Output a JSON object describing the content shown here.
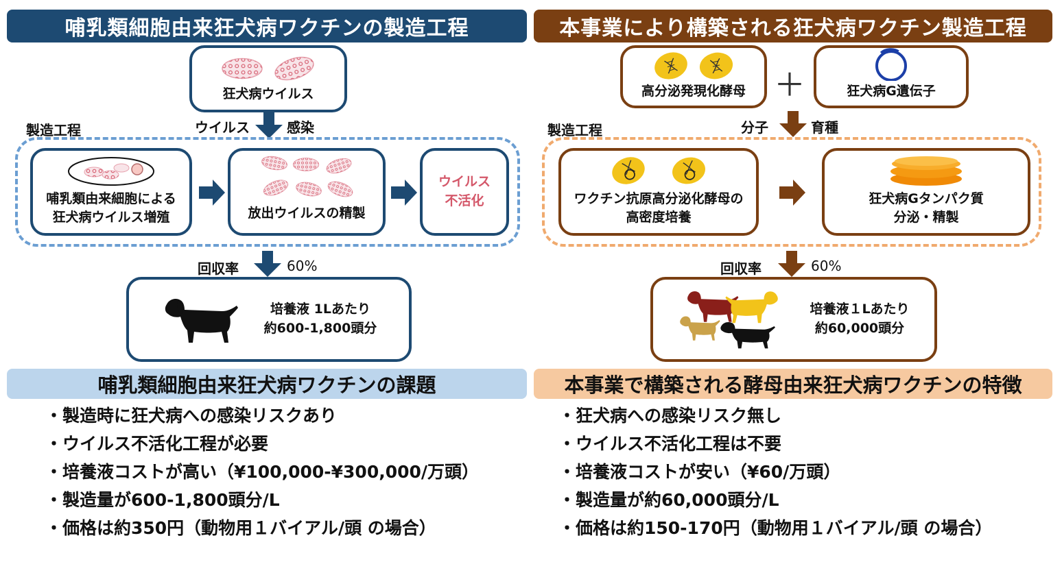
{
  "left": {
    "title": "哺乳類細胞由来狂犬病ワクチンの製造工程",
    "source_label": "狂犬病ウイルス",
    "arrow_left_text": "ウイルス",
    "arrow_right_text": "感染",
    "process_label": "製造工程",
    "step1": [
      "哺乳類由来細胞による",
      "狂犬病ウイルス増殖"
    ],
    "step2": "放出ウイルスの精製",
    "step3": [
      "ウイルス",
      "不活化"
    ],
    "yield_label": "回収率",
    "yield_value": "60%",
    "result": [
      "培養液 1Lあたり",
      "約600-1,800頭分"
    ],
    "issues_title": "哺乳類細胞由来狂犬病ワクチンの課題",
    "issues": [
      "・製造時に狂犬病への感染リスクあり",
      "・ウイルス不活化工程が必要",
      "・培養液コストが高い（¥100,000-¥300,000/万頭）",
      "・製造量が600-1,800頭分/L",
      "・価格は約350円（動物用１バイアル/頭 の場合）"
    ]
  },
  "right": {
    "title": "本事業により構築される狂犬病ワクチン製造工程",
    "source1_label": "高分泌発現化酵母",
    "plus": "＋",
    "source2_label": "狂犬病G遺伝子",
    "arrow_left_text": "分子",
    "arrow_right_text": "育種",
    "process_label": "製造工程",
    "step1": [
      "ワクチン抗原高分泌化酵母の",
      "高密度培養"
    ],
    "step2": [
      "狂犬病Gタンパク質",
      "分泌・精製"
    ],
    "yield_label": "回収率",
    "yield_value": "60%",
    "result": [
      "培養液１Lあたり",
      "約60,000頭分"
    ],
    "features_title": "本事業で構築される酵母由来狂犬病ワクチンの特徴",
    "features": [
      "・狂犬病への感染リスク無し",
      "・ウイルス不活化工程は不要",
      "・培養液コストが安い（¥60/万頭）",
      "・製造量が約60,000頭分/L",
      "・価格は約150-170円（動物用１バイアル/頭 の場合）"
    ]
  },
  "colors": {
    "navy": "#1d4a72",
    "brown": "#7a3f12",
    "light_blue": "#bcd5ec",
    "light_orange": "#f6c9a0",
    "dash_blue": "#6b9ed2",
    "dash_orange": "#f0aa6e",
    "virus_red": "#d4586a",
    "yeast_yellow": "#f2c31a",
    "protein_orange": "#f59a12"
  },
  "icons": [
    "virus-icon",
    "cell-icon",
    "yeast-icon",
    "plasmid-icon",
    "protein-icon",
    "dog-icon",
    "arrow-icon"
  ]
}
